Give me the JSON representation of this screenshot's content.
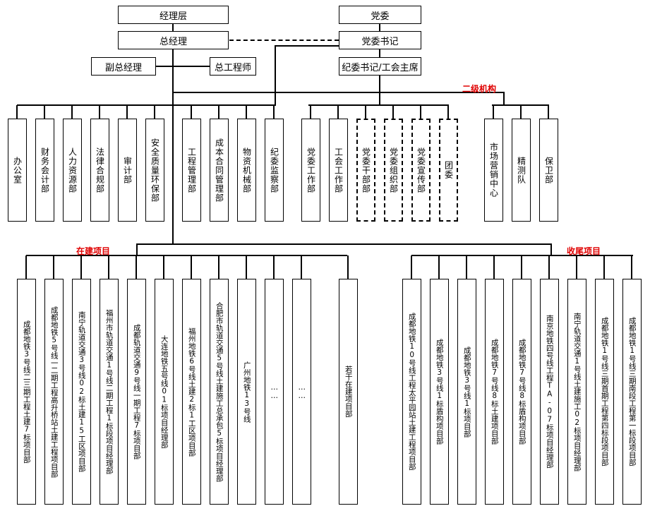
{
  "top": {
    "manager_layer": "经理层",
    "party_committee": "党委",
    "general_manager": "总经理",
    "party_secretary": "党委书记",
    "deputy_gm": "副总经理",
    "chief_engineer": "总工程师",
    "discipline_secretary": "纪委书记/工会主席"
  },
  "labels": {
    "secondary": "二级机构",
    "in_progress": "在建项目",
    "closing": "收尾项目"
  },
  "departments": [
    "办公室",
    "财务会计部",
    "人力资源部",
    "法律合规部",
    "审计部",
    "安全质量环保部",
    "工程管理部",
    "成本合同管理部",
    "物资机械部",
    "纪委监察部",
    "党委工作部",
    "工会工作部",
    "党委干部部",
    "党委组织部",
    "党委宣传部",
    "团委",
    "市场营销中心",
    "精测队",
    "保卫部"
  ],
  "projects_in_progress": [
    "成都地铁3号线二三期工程土建7标项目部",
    "成都地铁5号线一二期工程高升桥站土建工程项目部",
    "南宁轨道交通3号线02标土建15工区项目部",
    "福州市轨道交通1号线二期工程1标段项目经理部",
    "成都轨道交通9号线一期工程7标项目部",
    "大连地铁五号线01标项目经理部",
    "福州地铁6号线土建2标1工区项目部",
    "合肥市轨道交通5号线土建施工总承包5标项目经理部",
    "广州地铁13号线",
    "……",
    "……",
    "若干在建项目部"
  ],
  "projects_closing": [
    "成都地铁10号线工程太平园站土建工程项目部",
    "成都地铁3号线1标盾构项目部",
    "成都地铁3号线1标项目部",
    "成都地铁7号线8标土建项目部",
    "成都地铁7号线8标盾构项目部",
    "南京地铁四号线工程TA-07标项目经理部",
    "南宁轨道交通1号线土建施工02标项目经理部",
    "成都地铁1号线三期首期工程第四标段项目部",
    "成都地铁1号线三期南段工程第一标段项目部"
  ]
}
